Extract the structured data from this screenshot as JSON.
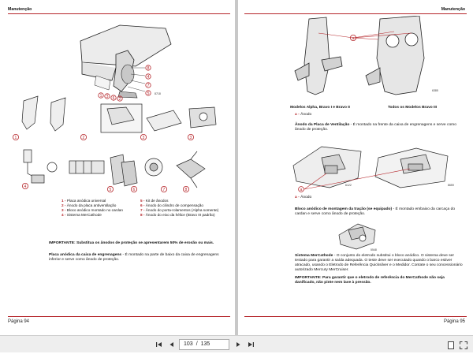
{
  "left_page": {
    "header": "Manutenção",
    "footer": "Página  94",
    "figure_code_main": "8718",
    "callouts_top": [
      "4",
      "8",
      "3",
      "6",
      "7",
      "5",
      "2",
      "1"
    ],
    "callouts_row1": [
      "1",
      "2",
      "3",
      "3"
    ],
    "callouts_row2": [
      "4",
      "5",
      "6",
      "7",
      "8"
    ],
    "legend_left": [
      {
        "n": "1 -",
        "t": "Placa anódica universal"
      },
      {
        "n": "2 -",
        "t": "Ânodo da placa antiventilação"
      },
      {
        "n": "3 -",
        "t": "Bloco anódico montado no cardan"
      },
      {
        "n": "4 -",
        "t": "Sistema MerCathode"
      }
    ],
    "legend_right": [
      {
        "n": "5 -",
        "t": "Kit de ânodos"
      },
      {
        "n": "6 -",
        "t": "Ânodo do cilindro de compensação"
      },
      {
        "n": "7 -",
        "t": "Ânodo do porta-rolamentos (Alpha somente)"
      },
      {
        "n": "8 -",
        "t": "Ânodo do eixo da hélice (Bravo III padrão)"
      }
    ],
    "important_label": "IMPORTANTE: Substitua os ânodos de proteção se apresentarem 50% de erosão ou mais.",
    "para_label": "Placa anódica da caixa de engrenagens",
    "para_text": " - É montado na parte de baixo da caixa de engrenagens inferior e serve como ânodo de proteção."
  },
  "right_page": {
    "header": "Manutenção",
    "footer": "Página  95",
    "fig1_code": "6385",
    "fig1_callout": "a",
    "caption_left": "Modelos Alpha, Bravo I e Bravo II",
    "caption_right": "Todos os Modelos Bravo III",
    "legend_a": "a -",
    "legend_a_text": "Ânodo",
    "para1_label": "Ânodo da Placa de Ventilação",
    "para1_text": " - É montado na frente da caixa de engrenagens e serve como ânodo de proteção.",
    "fig2_code_left": "6122",
    "fig2_code_right": "8659",
    "fig2_callout": "a",
    "para2_label": "Bloco anódico de montagem da tração (se equipado)",
    "para2_text": " - É montado embaixo da carcaça do cardan e serve como ânodo de proteção.",
    "fig3_code": "5548",
    "para3_label": "Sistema MerCathode",
    "para3_text": " - O conjunto do eletrodo substitui o bloco anódico. O sistema deve ser testado para garantir a saída adequada. O teste deve ser executado quando o barco estiver atracado, usando o Eletrodo de Referência Quicksilver e o Medidor. Contate o seu concessionário autorizado Mercury MerCruiser.",
    "important_label": "IMPORTANTE: Para garantir que o eletrodo de referência do MerCathode não seja danificado, não pinte nem lave à pressão."
  },
  "toolbar": {
    "current_page": "103",
    "separator": "/",
    "total_pages": "135"
  }
}
